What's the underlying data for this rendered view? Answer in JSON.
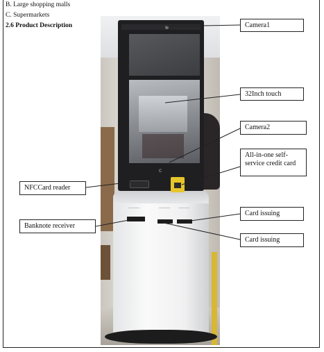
{
  "doc": {
    "lines": [
      "B. Large shopping malls",
      "C. Supermarkets",
      "2.6 Product Description"
    ]
  },
  "callouts": {
    "camera1": "Camera1",
    "touch": "32Inch touch",
    "camera2": "Camera2",
    "credit_card": "All-in-one self-service credit card",
    "nfc": "NFCCard reader",
    "card_issuing_1": "Card issuing",
    "banknote": "Banknote receiver",
    "card_issuing_2": "Card issuing"
  },
  "colors": {
    "kiosk_head": "#1f1f22",
    "kiosk_body": "#f3f3f4",
    "card_reader": "#e6c52a",
    "callout_border": "#222222"
  }
}
